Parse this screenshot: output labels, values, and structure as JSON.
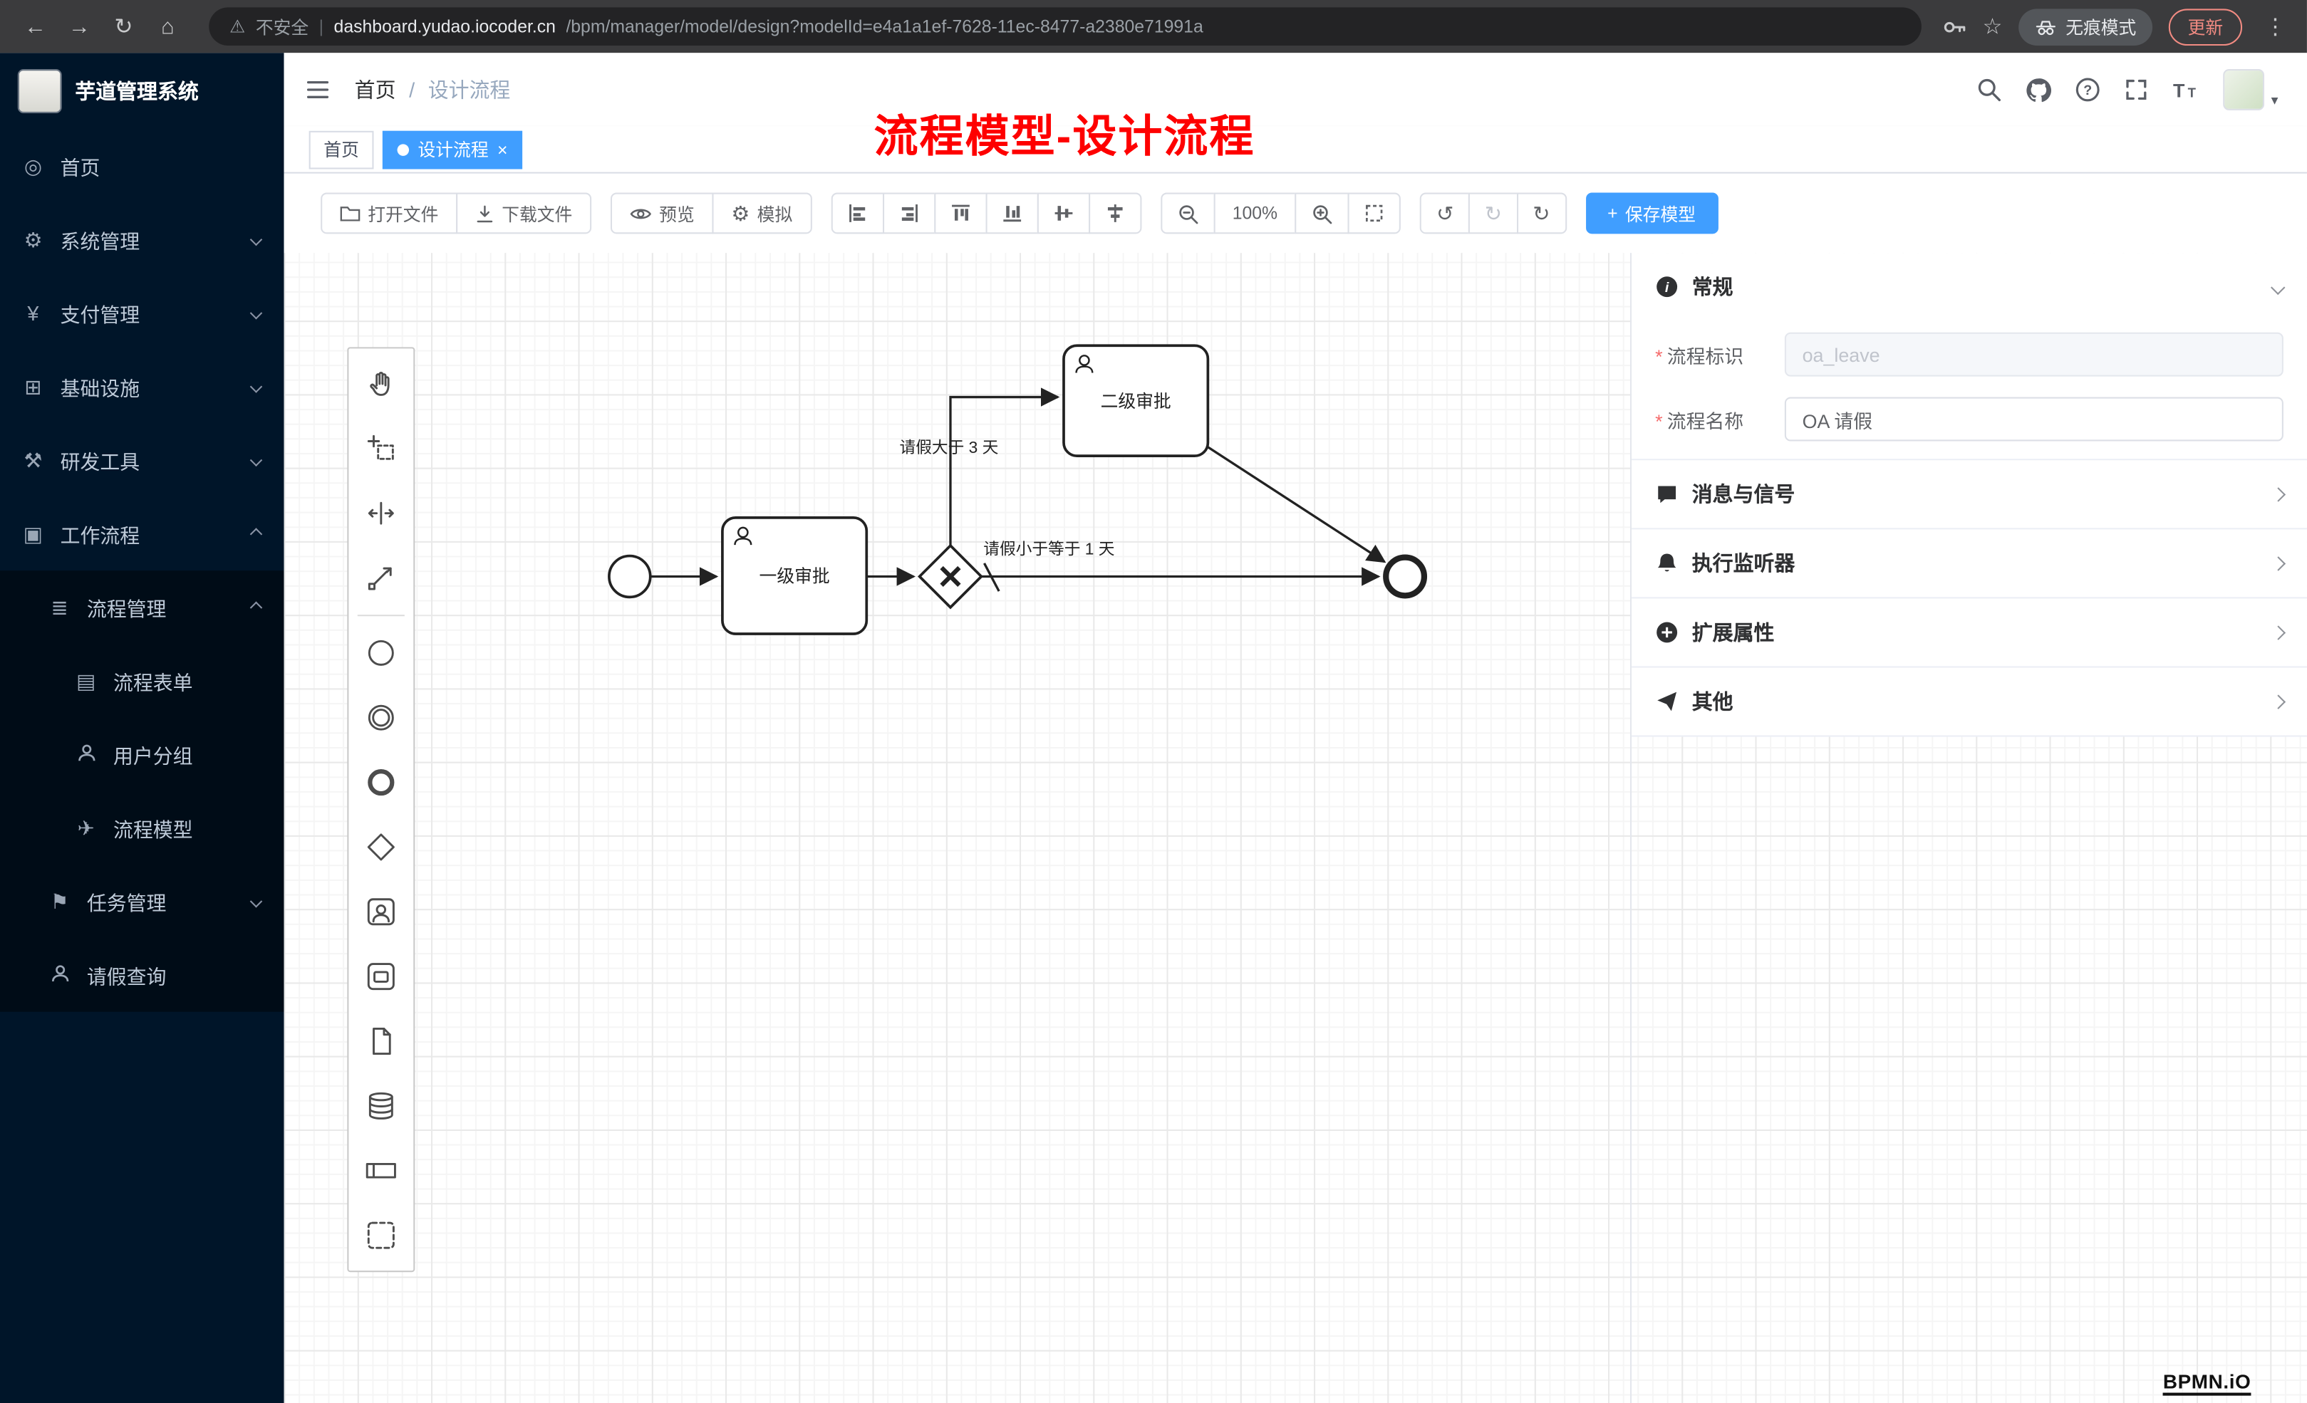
{
  "browser": {
    "security_label": "不安全",
    "url_domain": "dashboard.yudao.iocoder.cn",
    "url_path": "/bpm/manager/model/design?modelId=e4a1a1ef-7628-11ec-8477-a2380e71991a",
    "incognito_label": "无痕模式",
    "update_label": "更新"
  },
  "sidebar": {
    "title": "芋道管理系统",
    "items": [
      {
        "label": "首页"
      },
      {
        "label": "系统管理"
      },
      {
        "label": "支付管理"
      },
      {
        "label": "基础设施"
      },
      {
        "label": "研发工具"
      },
      {
        "label": "工作流程"
      },
      {
        "label": "流程管理"
      },
      {
        "label": "流程表单"
      },
      {
        "label": "用户分组"
      },
      {
        "label": "流程模型"
      },
      {
        "label": "任务管理"
      },
      {
        "label": "请假查询"
      }
    ]
  },
  "header": {
    "breadcrumb": [
      "首页",
      "设计流程"
    ]
  },
  "tabs": [
    {
      "label": "首页"
    },
    {
      "label": "设计流程"
    }
  ],
  "annotation": "流程模型-设计流程",
  "toolbar": {
    "open_file": "打开文件",
    "download_file": "下载文件",
    "preview": "预览",
    "simulate": "模拟",
    "zoom_level": "100%",
    "save_model": "保存模型"
  },
  "diagram": {
    "task1": "一级审批",
    "task2": "二级审批",
    "edge_gt3": "请假大于 3 天",
    "edge_le1": "请假小于等于 1 天"
  },
  "panel": {
    "sections": [
      {
        "label": "常规"
      },
      {
        "label": "消息与信号"
      },
      {
        "label": "执行监听器"
      },
      {
        "label": "扩展属性"
      },
      {
        "label": "其他"
      }
    ],
    "fields": {
      "process_id_label": "流程标识",
      "process_id_placeholder": "oa_leave",
      "process_name_label": "流程名称",
      "process_name_value": "OA 请假"
    }
  },
  "watermark": "BPMN.iO",
  "colors": {
    "primary": "#409eff",
    "annotation": "#fe0000",
    "sidebar_bg": "#001529",
    "submenu_bg": "#000c17"
  },
  "icons": [
    "back",
    "forward",
    "reload",
    "home",
    "warning",
    "key",
    "star",
    "incognito",
    "more",
    "collapse",
    "search",
    "github",
    "help",
    "fullscreen",
    "font-size",
    "hand-tool",
    "lasso-tool",
    "space-tool",
    "connect-tool",
    "start-event",
    "intermediate-event",
    "end-event",
    "gateway",
    "user-task",
    "receive-task",
    "data-object",
    "data-store",
    "pool",
    "group",
    "info",
    "message",
    "bell",
    "plus-circle",
    "send"
  ]
}
